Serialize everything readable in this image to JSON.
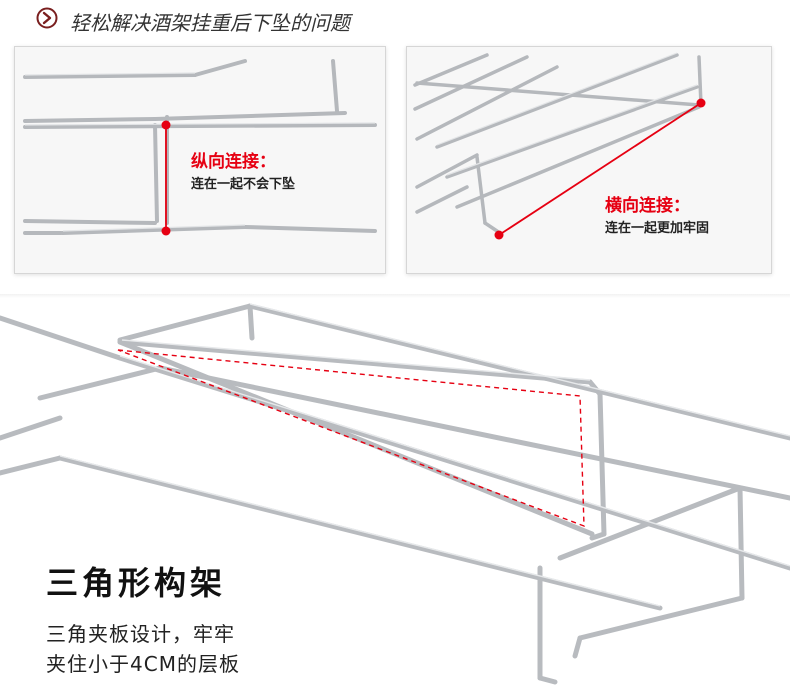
{
  "header": {
    "title": "轻松解决酒架挂重后下坠的问题",
    "icon": "chevron-right-circle-icon",
    "accent_color": "#7a1f1f"
  },
  "left_panel": {
    "callout_title": "纵向连接：",
    "callout_desc": "连在一起不会下坠"
  },
  "right_panel": {
    "callout_title": "横向连接：",
    "callout_desc": "连在一起更加牢固"
  },
  "feature": {
    "title": "三角形构架",
    "line1": "三角夹板设计，牢牢",
    "line2": "夹住小于4CM的层板"
  },
  "colors": {
    "highlight_red": "#e60012",
    "wire": "#b9bcc0",
    "text_dark": "#222222"
  }
}
